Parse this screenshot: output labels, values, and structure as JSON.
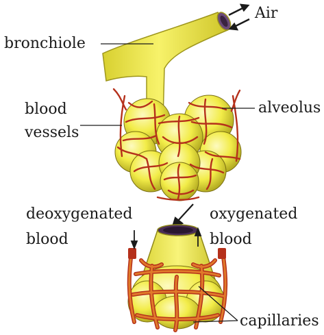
{
  "labels": {
    "air": "Air",
    "bronchiole": "bronchiole",
    "blood_vessels_line1": "blood",
    "blood_vessels_line2": "vessels",
    "alveolus": "alveolus",
    "deoxygenated_line1": "deoxygenated",
    "deoxygenated_line2": "blood",
    "oxygenated_line1": "oxygenated",
    "oxygenated_line2": "blood",
    "capillaries": "capillaries"
  },
  "colors": {
    "tissue_yellow": "#f2ec48",
    "tissue_shade": "#c9c12a",
    "vessel_red": "#b5301b",
    "capillary_orange": "#e07a2a",
    "text": "#1a1a1a"
  }
}
